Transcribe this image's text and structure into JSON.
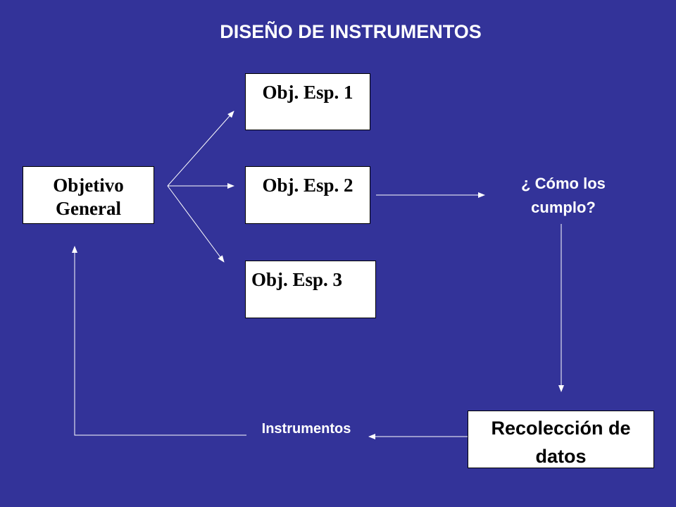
{
  "title": "DISEÑO DE INSTRUMENTOS",
  "nodes": {
    "objetivo_general": {
      "line1": "Objetivo",
      "line2": "General"
    },
    "obj_esp_1": "Obj. Esp. 1",
    "obj_esp_2": "Obj. Esp. 2",
    "obj_esp_3": "Obj. Esp. 3",
    "como_los_cumplo": {
      "line1": "¿ Cómo los",
      "line2": "cumplo?"
    },
    "recoleccion": {
      "line1": "Recolección de",
      "line2": "datos"
    },
    "instrumentos": "Instrumentos"
  },
  "colors": {
    "background": "#333399",
    "box_fill": "#ffffff",
    "arrow": "#ffffff",
    "text_on_background": "#ffffff"
  }
}
